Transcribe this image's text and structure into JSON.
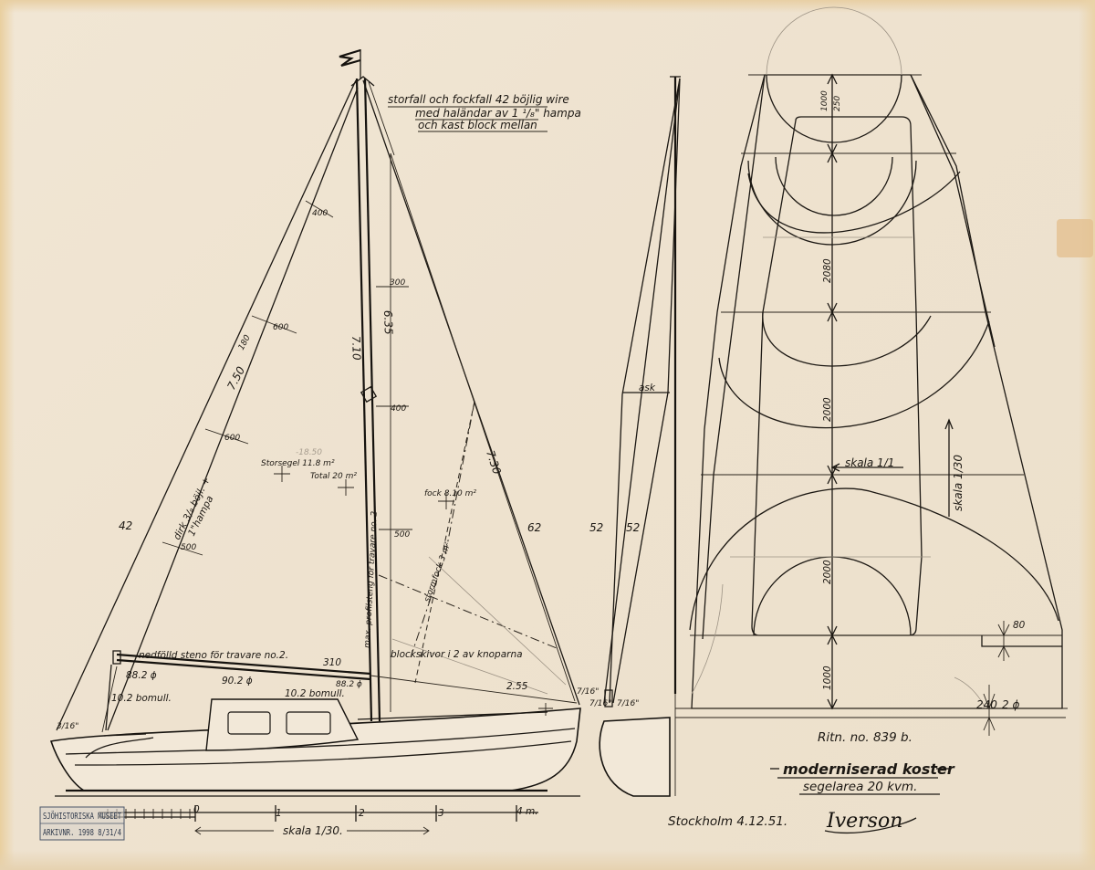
{
  "rig_notes": {
    "halyard_line1": "storfall och fockfall 42 böjlig wire",
    "halyard_line2": "med haländar av 1 ¹/₈\" hampa",
    "halyard_line3": "och kast block mellan",
    "hitch_line1": "dirk 3/₈ böjl. +",
    "hitch_line2": "1\"hampa",
    "lowered_stay": "nedfölld steno för travare no.2.",
    "lowered_stay_dim": "310",
    "mast_note": "max. profilsteng för travare no. 2",
    "block_note": "blockskivor i 2 av knoparna",
    "jib_sheet": "stormfock 3 m²",
    "askrim": "ask"
  },
  "sail_areas": {
    "main": "Storsegel 11.8 m²",
    "total": "Total 20 m²",
    "jib": "fock 8.10 m²",
    "faint": "-18.50"
  },
  "dimensions": {
    "d400a": "400",
    "d600a": "600",
    "d180": "180",
    "d750": "7.50",
    "d600b": "600",
    "d500a": "500",
    "d42": "42",
    "d710": "7.10",
    "d635": "6.35",
    "d300": "300",
    "d400b": "400",
    "d500b": "500",
    "d730": "7.30",
    "d62": "62",
    "d52a": "52",
    "d52b": "52",
    "d882a": "88.2 ϕ",
    "d902": "90.2 ϕ",
    "d882b": "88.2 ϕ",
    "d102a": "10.2 bomull.",
    "d102b": "10.2 bomull.",
    "d255": "2.55",
    "d316": "3/16\"",
    "d716a": "7/16\"",
    "d716b": "7/16\"",
    "d716c": "7/16\"",
    "r1000a": "1000",
    "r250": "250",
    "r2080": "2080",
    "r2000a": "2000",
    "r2000b": "2000",
    "r1000b": "1000",
    "r80": "80",
    "r240": "240",
    "r2phi": "2 ϕ",
    "scale11": "skala 1/1",
    "scale130": "skala 1/30"
  },
  "scale_bar": {
    "ticks": [
      "0",
      "1",
      "2",
      "3",
      "4 m."
    ],
    "caption": "skala 1/30."
  },
  "title_block": {
    "drawing_no": "Ritn. no. 839 b.",
    "title": "moderniserad koster",
    "subtitle": "segelarea 20 kvm.",
    "place_date": "Stockholm 4.12.51.",
    "signature": "Iverson"
  },
  "stamp": {
    "museum": "SJÖHISTORISKA MUSEET",
    "archive": "ARKIVNR. 1998 8/31/4"
  }
}
